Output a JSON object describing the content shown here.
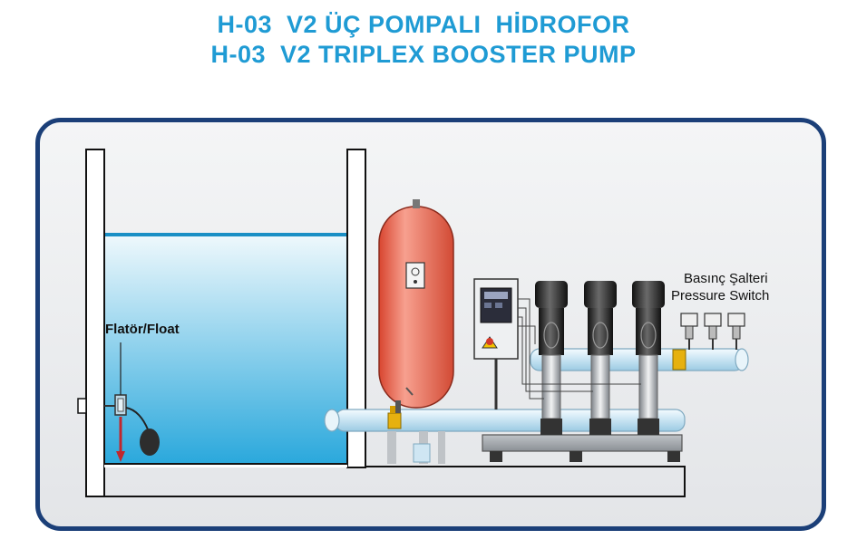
{
  "header": {
    "title_tr": "H-03  V2 ÜÇ POMPALI  HİDROFOR",
    "title_en": "H-03  V2 TRIPLEX BOOSTER PUMP"
  },
  "labels": {
    "float": "Flatör/Float",
    "pressure_switch_tr": "Basınç Şalteri",
    "pressure_switch_en": "Pressure Switch"
  },
  "colors": {
    "title": "#1f9bd4",
    "frame_border": "#1b3f78",
    "water_top": "#e6f5fb",
    "water_bottom": "#2aa8dc",
    "tank_vessel": "#e8614a",
    "pipe": "#cfe6f3",
    "valve": "#e6b10f",
    "float_arrow": "#c1272d",
    "pump_motor": "#2b2b2b"
  },
  "icons": [
    "gauge-icon",
    "warning-icon",
    "pressure-switch-icon",
    "float-switch-icon"
  ]
}
